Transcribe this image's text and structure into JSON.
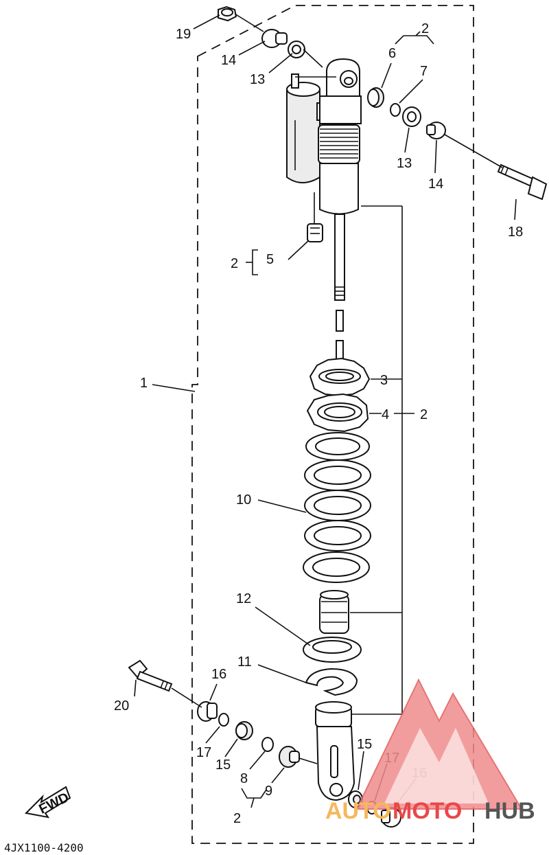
{
  "diagram": {
    "code": "4JX1100-4200",
    "fwd_label": "FWD",
    "watermark": {
      "part1": "AUTO",
      "part2": "MOTO",
      "part3": "HUB",
      "color1": "#f5b85c",
      "color2": "#e8484a",
      "color3": "#555555"
    },
    "labels": {
      "p1": "1",
      "p2a": "2",
      "p2b": "2",
      "p2c": "2",
      "p2d": "2",
      "p3": "3",
      "p4": "4",
      "p5": "5",
      "p6": "6",
      "p7": "7",
      "p8": "8",
      "p9": "9",
      "p10": "10",
      "p11": "11",
      "p12": "12",
      "p13a": "13",
      "p13b": "13",
      "p14a": "14",
      "p14b": "14",
      "p15a": "15",
      "p15b": "15",
      "p16a": "16",
      "p16b": "16",
      "p17a": "17",
      "p17b": "17",
      "p18": "18",
      "p19": "19",
      "p20": "20"
    }
  }
}
